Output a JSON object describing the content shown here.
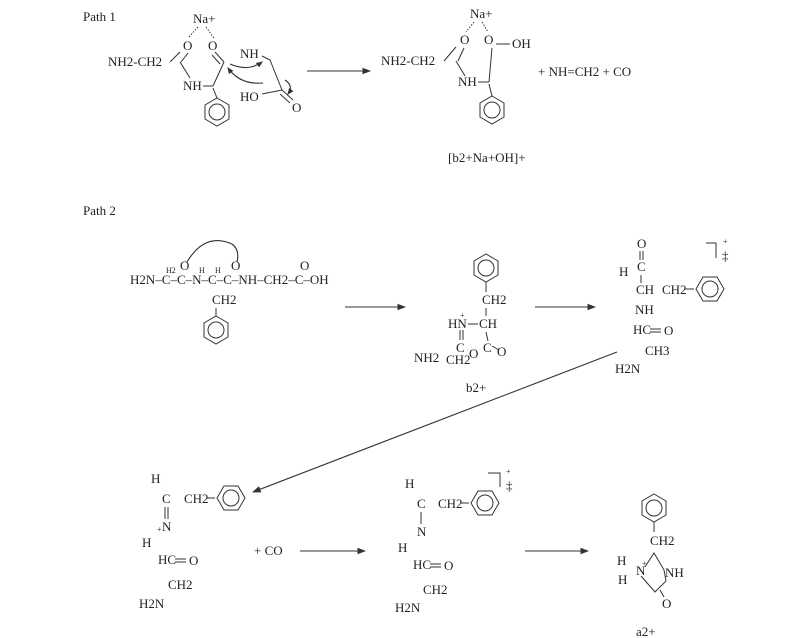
{
  "diagram": {
    "type": "reaction-scheme",
    "paths": [
      {
        "label": "Path 1",
        "reactant": {
          "ion": "Na+",
          "left_fragment": "NH2-CH2",
          "amide_nh": "NH",
          "nh2": "NH",
          "acid_oh": "HO",
          "acid_o": "O",
          "carbonyl_o_1": "O",
          "carbonyl_o_2": "O"
        },
        "product": {
          "ion": "Na+",
          "left_fragment": "NH2-CH2",
          "amide_nh": "NH",
          "oh": "OH",
          "carbonyl_o_1": "O",
          "carbonyl_o_2": "O",
          "name": "[b2+Na+OH]+"
        },
        "byproducts": "+ NH=CH2 + CO"
      },
      {
        "label": "Path 2",
        "reactant": {
          "chain": [
            "H2N",
            "C",
            "C",
            "N",
            "C",
            "C",
            "NH",
            "CH2",
            "C",
            "OH"
          ],
          "h2": "H2",
          "h_n": "H",
          "h_c": "H",
          "o1": "O",
          "o2": "O",
          "o3": "O",
          "side_chain": "CH2"
        },
        "b2_ion": {
          "name": "b2+",
          "hn": "HN",
          "ch": "CH",
          "ch2_side": "CH2",
          "c1": "C",
          "c2": "C",
          "o_ring": "O",
          "o_exo": "O",
          "nh2": "NH2",
          "ch2": "CH2"
        },
        "ts1": {
          "o": "O",
          "c": "C",
          "h": "H",
          "ch": "CH",
          "ch2": "CH2",
          "nh": "NH",
          "hc": "HC",
          "o2": "O",
          "ch3": "CH3",
          "h2n": "H2N",
          "charge": "+",
          "ts_symbol": "‡"
        },
        "imine": {
          "h": "H",
          "c": "C",
          "ch2": "CH2",
          "n": "N",
          "h2": "H",
          "hc": "HC",
          "o": "O",
          "ch2b": "CH2",
          "h2n": "H2N",
          "charge": "+"
        },
        "plus_co": "+ CO",
        "ts2": {
          "h": "H",
          "c": "C",
          "ch2": "CH2",
          "n": "N",
          "h2": "H",
          "hc": "HC",
          "o": "O",
          "ch2b": "CH2",
          "h2n": "H2N",
          "charge": "+",
          "ts_symbol": "‡"
        },
        "a2_ion": {
          "name": "a2+",
          "ch2": "CH2",
          "h1": "H",
          "h2": "H",
          "n": "N",
          "nh": "NH",
          "o": "O",
          "charge": "+"
        }
      }
    ]
  }
}
